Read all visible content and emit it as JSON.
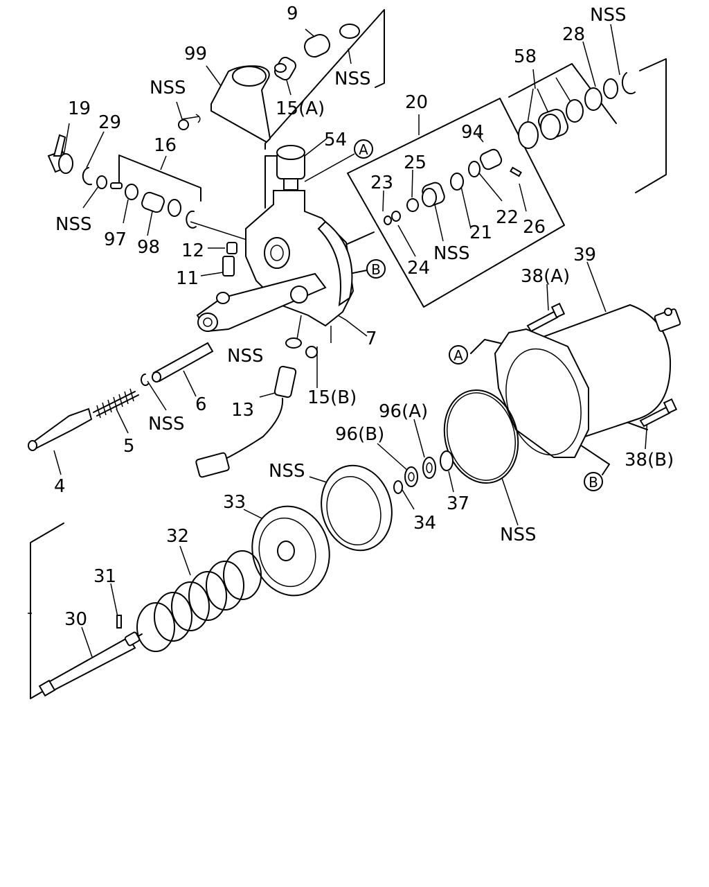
{
  "labels": {
    "l9": "9",
    "nss_top": "NSS",
    "l99": "99",
    "l15a": "15(A)",
    "nss_99": "NSS",
    "l19": "19",
    "l29": "29",
    "l16": "16",
    "nss_left": "NSS",
    "l97": "97",
    "l98": "98",
    "l54": "54",
    "l20": "20",
    "l23": "23",
    "l25": "25",
    "l94": "94",
    "l22": "22",
    "l26": "26",
    "l21": "21",
    "nss_20": "NSS",
    "l24": "24",
    "l58": "58",
    "l28": "28",
    "nss_tr": "NSS",
    "l12": "12",
    "l11": "11",
    "l39": "39",
    "l38a": "38(A)",
    "l7": "7",
    "nss_mid": "NSS",
    "l15b": "15(B)",
    "l13": "13",
    "l6": "6",
    "nss_6": "NSS",
    "l5": "5",
    "l4": "4",
    "l96a": "96(A)",
    "l96b": "96(B)",
    "l38b": "38(B)",
    "nss_33": "NSS",
    "l33": "33",
    "l34": "34",
    "l37": "37",
    "nss_ring": "NSS",
    "l32": "32",
    "l31": "31",
    "l30": "30"
  },
  "refs": {
    "a_top": "A",
    "b_top": "B",
    "a_bottom": "A",
    "b_bottom": "B"
  }
}
